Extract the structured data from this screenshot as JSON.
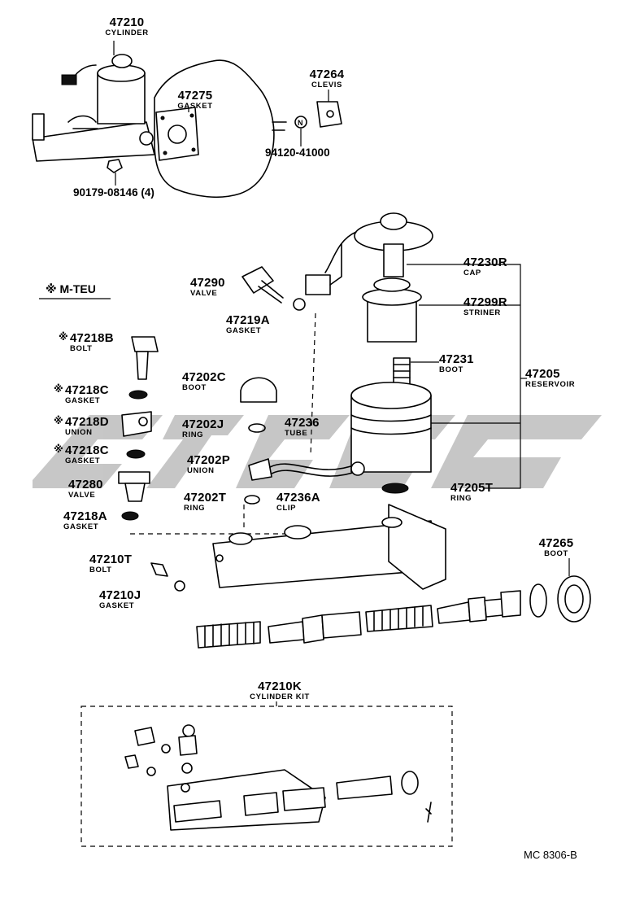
{
  "diagram": {
    "section_label": "M-TEU",
    "section_mark": "※",
    "footer_code": "MC 8306-B",
    "part_labels": [
      {
        "id": "p47210",
        "number": "47210",
        "name": "CYLINDER"
      },
      {
        "id": "p47275",
        "number": "47275",
        "name": "GASKET"
      },
      {
        "id": "p47264",
        "number": "47264",
        "name": "CLEVIS"
      },
      {
        "id": "p47290",
        "number": "47290",
        "name": "VALVE"
      },
      {
        "id": "p47219A",
        "number": "47219A",
        "name": "GASKET"
      },
      {
        "id": "p47218B",
        "number": "47218B",
        "name": "BOLT",
        "starred": true
      },
      {
        "id": "p47218C1",
        "number": "47218C",
        "name": "GASKET",
        "starred": true
      },
      {
        "id": "p47218D",
        "number": "47218D",
        "name": "UNION",
        "starred": true
      },
      {
        "id": "p47218C2",
        "number": "47218C",
        "name": "GASKET",
        "starred": true
      },
      {
        "id": "p47280",
        "number": "47280",
        "name": "VALVE"
      },
      {
        "id": "p47218A",
        "number": "47218A",
        "name": "GASKET"
      },
      {
        "id": "p47202C",
        "number": "47202C",
        "name": "BOOT"
      },
      {
        "id": "p47202J",
        "number": "47202J",
        "name": "RING"
      },
      {
        "id": "p47236",
        "number": "47236",
        "name": "TUBE"
      },
      {
        "id": "p47202P",
        "number": "47202P",
        "name": "UNION"
      },
      {
        "id": "p47202T",
        "number": "47202T",
        "name": "RING"
      },
      {
        "id": "p47236A",
        "number": "47236A",
        "name": "CLIP"
      },
      {
        "id": "p47230R",
        "number": "47230R",
        "name": "CAP"
      },
      {
        "id": "p47299R",
        "number": "47299R",
        "name": "STRINER"
      },
      {
        "id": "p47231",
        "number": "47231",
        "name": "BOOT"
      },
      {
        "id": "p47205",
        "number": "47205",
        "name": "RESERVOIR"
      },
      {
        "id": "p47205T",
        "number": "47205T",
        "name": "RING"
      },
      {
        "id": "p47265",
        "number": "47265",
        "name": "BOOT"
      },
      {
        "id": "p47210T",
        "number": "47210T",
        "name": "BOLT"
      },
      {
        "id": "p47210J",
        "number": "47210J",
        "name": "GASKET"
      },
      {
        "id": "p47210K",
        "number": "47210K",
        "name": "CYLINDER KIT"
      }
    ],
    "plain_labels": {
      "nut_number": "90179-08146 (4)",
      "pin_number": "94120-41000"
    }
  }
}
